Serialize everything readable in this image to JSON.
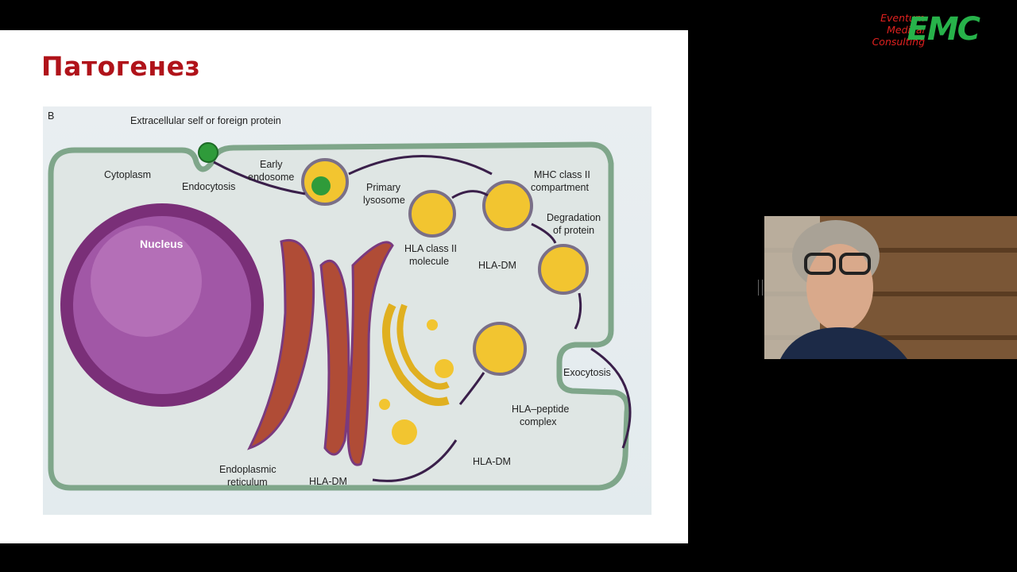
{
  "slide": {
    "title": "Патогенез",
    "panel_letter": "B",
    "labels": {
      "extracellular": "Extracellular self or foreign protein",
      "cytoplasm": "Cytoplasm",
      "early_endosome_1": "Early",
      "early_endosome_2": "endosome",
      "endocytosis": "Endocytosis",
      "primary_lysosome_1": "Primary",
      "primary_lysosome_2": "lysosome",
      "mhc_compartment_1": "MHC class II",
      "mhc_compartment_2": "compartment",
      "nucleus": "Nucleus",
      "hla_molecule_1": "HLA class II",
      "hla_molecule_2": "molecule",
      "degradation_1": "Degradation",
      "degradation_2": "of protein",
      "hla_dm_1": "HLA-DM",
      "exocytosis": "Exocytosis",
      "hla_peptide_1": "HLA–peptide",
      "hla_peptide_2": "complex",
      "er_1": "Endoplasmic",
      "er_2": "reticulum",
      "hla_dm_2": "HLA-DM",
      "hla_dm_3": "HLA-DM"
    }
  },
  "navigation": {
    "prev_icon": "arrow-left-icon",
    "pen_icon": "pen-icon",
    "menu_icon": "menu-icon",
    "next_icon": "arrow-right-icon"
  },
  "logo": {
    "line1": "Eventum",
    "line2": "Medical",
    "line3": "Consulting",
    "mark": "EMC"
  },
  "colors": {
    "title": "#b0131a",
    "logo_red": "#e0211f",
    "logo_green": "#27b24a"
  }
}
